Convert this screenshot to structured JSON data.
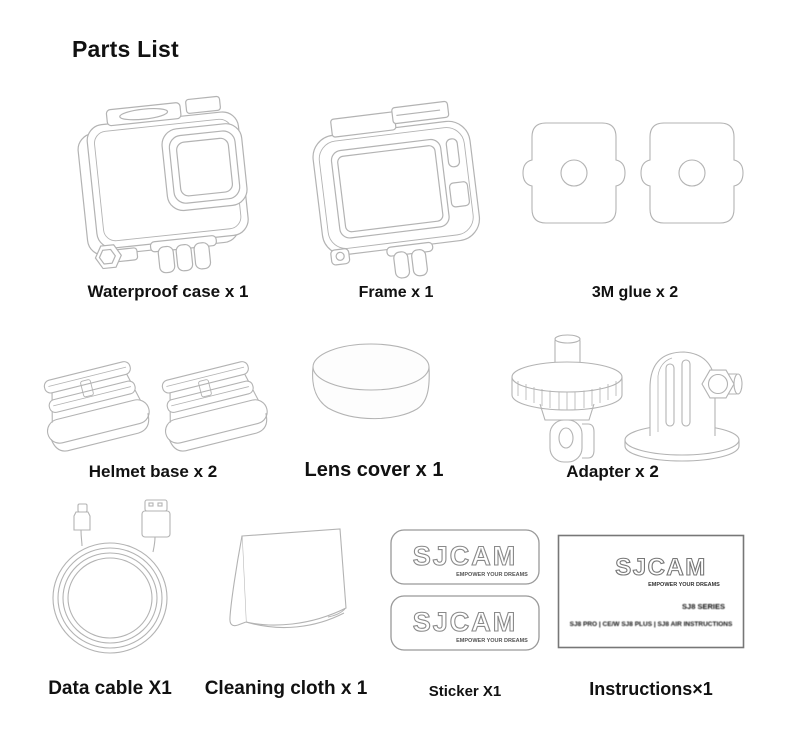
{
  "page": {
    "title": "Parts List"
  },
  "colors": {
    "background": "#ffffff",
    "line_art": "#b3b3b3",
    "label_text": "#111111"
  },
  "items": [
    {
      "id": "waterproof-case",
      "name": "Waterproof case",
      "quantity": 1,
      "label": "Waterproof case x 1"
    },
    {
      "id": "frame",
      "name": "Frame",
      "quantity": 1,
      "label": "Frame x 1"
    },
    {
      "id": "3m-glue",
      "name": "3M glue",
      "quantity": 2,
      "label": "3M glue x 2"
    },
    {
      "id": "helmet-base",
      "name": "Helmet base",
      "quantity": 2,
      "label": "Helmet base x 2"
    },
    {
      "id": "lens-cover",
      "name": "Lens cover",
      "quantity": 1,
      "label": "Lens cover x 1"
    },
    {
      "id": "adapter",
      "name": "Adapter",
      "quantity": 2,
      "label": "Adapter x 2"
    },
    {
      "id": "data-cable",
      "name": "Data cable",
      "quantity": 1,
      "label": "Data cable X1"
    },
    {
      "id": "cleaning-cloth",
      "name": "Cleaning cloth",
      "quantity": 1,
      "label": "Cleaning cloth x 1"
    },
    {
      "id": "sticker",
      "name": "Sticker",
      "quantity": 1,
      "label": "Sticker X1"
    },
    {
      "id": "instructions",
      "name": "Instructions",
      "quantity": 1,
      "label": "Instructions×1"
    }
  ],
  "branding": {
    "logo_text": "SJCAM",
    "tagline": "EMPOWER YOUR DREAMS",
    "series_text": "SJ8 SERIES",
    "models_text": "SJ8 PRO | CE/W SJ8 PLUS | SJ8 AIR INSTRUCTIONS"
  }
}
